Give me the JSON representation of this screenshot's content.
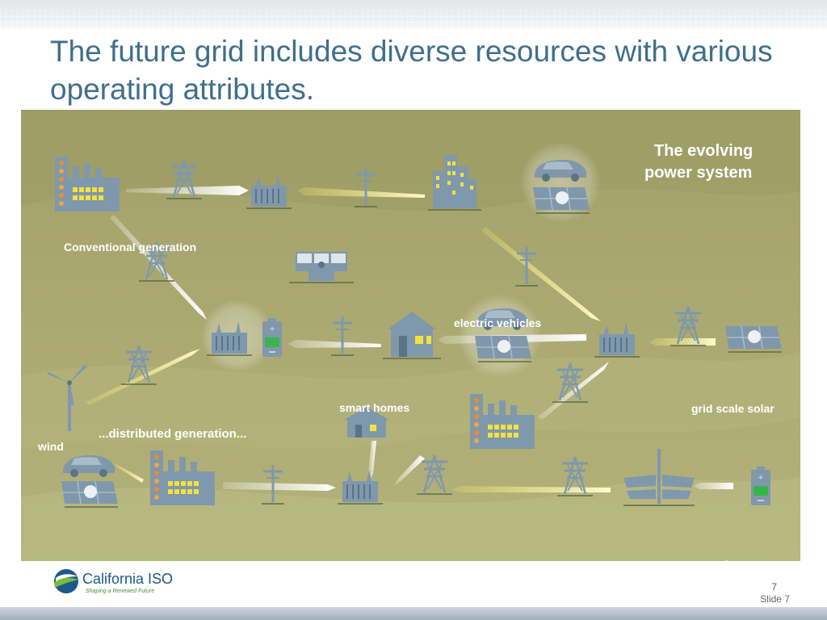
{
  "slide": {
    "title": "The future grid includes diverse resources with various operating attributes.",
    "page_number": "7",
    "slide_label": "Slide 7"
  },
  "diagram": {
    "heading_line1": "The evolving",
    "heading_line2": "power system",
    "section_label": "...distributed generation...",
    "labels": {
      "conventional_generation": "Conventional generation",
      "electric_vehicles": "electric vehicles",
      "smart_homes": "smart homes",
      "grid_scale_solar": "grid scale solar",
      "wind": "wind",
      "energy_storage": "energy storage"
    }
  },
  "logo": {
    "name": "California ISO",
    "tagline": "Shaping a Renewed Future"
  },
  "colors": {
    "title": "#3f6f8c",
    "background": "#a7a56c",
    "icon": "#7f98ab",
    "accent_yellow": "#f2e23e",
    "accent_orange": "#f08a2a",
    "battery_green": "#38b54a"
  }
}
